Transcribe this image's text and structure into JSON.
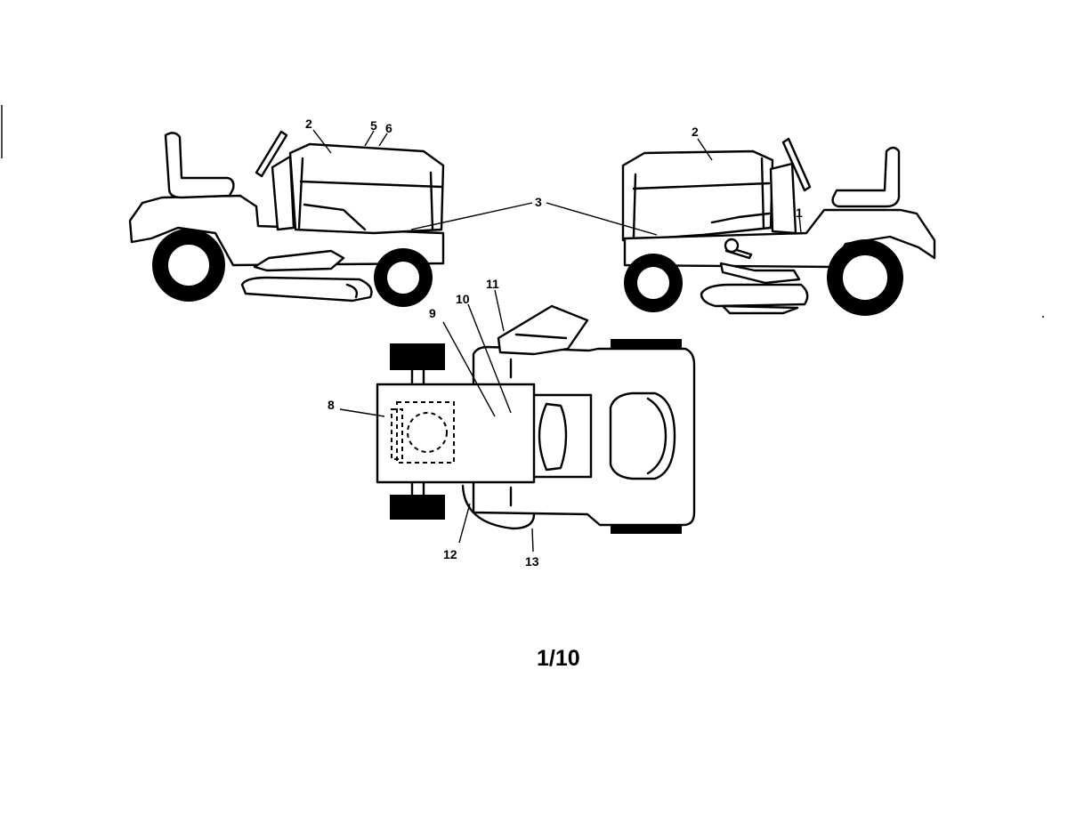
{
  "callouts": {
    "c1": "1",
    "c2_left": "2",
    "c2_right": "2",
    "c3": "3",
    "c5": "5",
    "c6": "6",
    "c8": "8",
    "c9": "9",
    "c10": "10",
    "c11": "11",
    "c12": "12",
    "c13": "13"
  },
  "page_number": "1/10"
}
